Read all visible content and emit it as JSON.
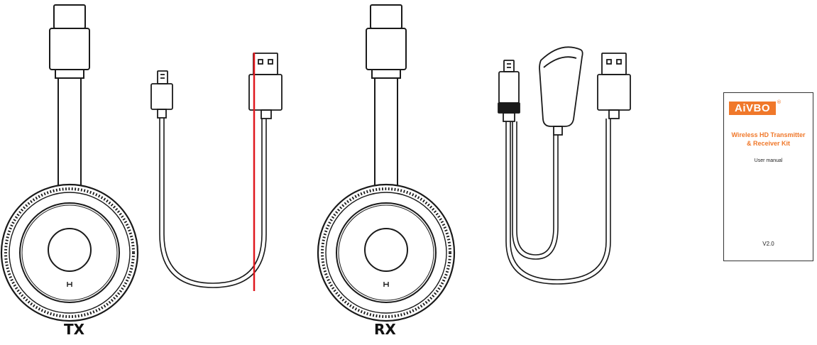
{
  "labels": {
    "tx": "TX",
    "rx": "RX"
  },
  "manual": {
    "logo": "AiVBO",
    "logo_mark": "®",
    "title_line1": "Wireless HD Transmitter",
    "title_line2": "& Receiver Kit",
    "subtitle": "User manual",
    "version": "V2.0"
  },
  "colors": {
    "line": "#1a1a1a",
    "accent_line": "#e0191f",
    "brand": "#f0782a"
  }
}
